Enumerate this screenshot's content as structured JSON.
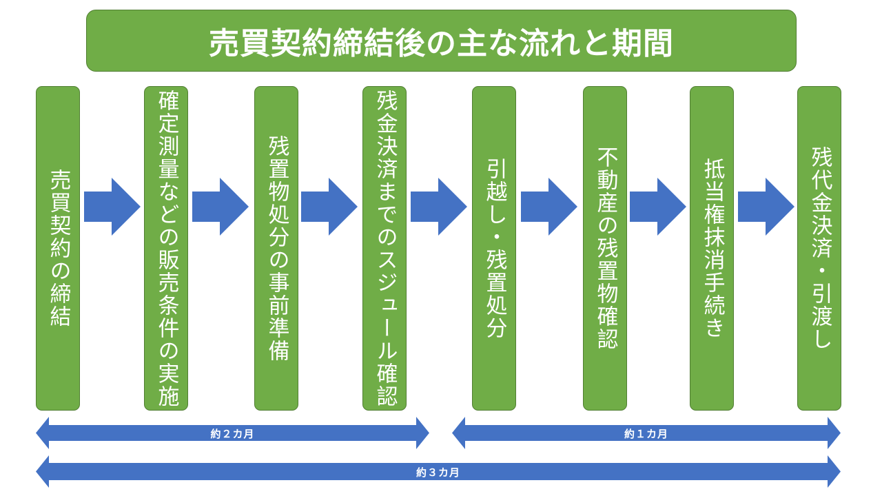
{
  "title": "売買契約締結後の主な流れと期間",
  "steps": [
    {
      "label": "売買契約の締結"
    },
    {
      "label": "確定測量などの販売条件の実施"
    },
    {
      "label": "残置物処分の事前準備"
    },
    {
      "label": "残金決済までのスジュール確認"
    },
    {
      "label": "引越し・残置処分"
    },
    {
      "label": "不動産の残置物確認"
    },
    {
      "label": "抵当権抹消手続き"
    },
    {
      "label": "残代金決済・引渡し"
    }
  ],
  "durations": [
    {
      "label": "約２カ月"
    },
    {
      "label": "約１カ月"
    },
    {
      "label": "約３カ月"
    }
  ],
  "colors": {
    "green": "#70AD47",
    "blue": "#4472C4"
  }
}
